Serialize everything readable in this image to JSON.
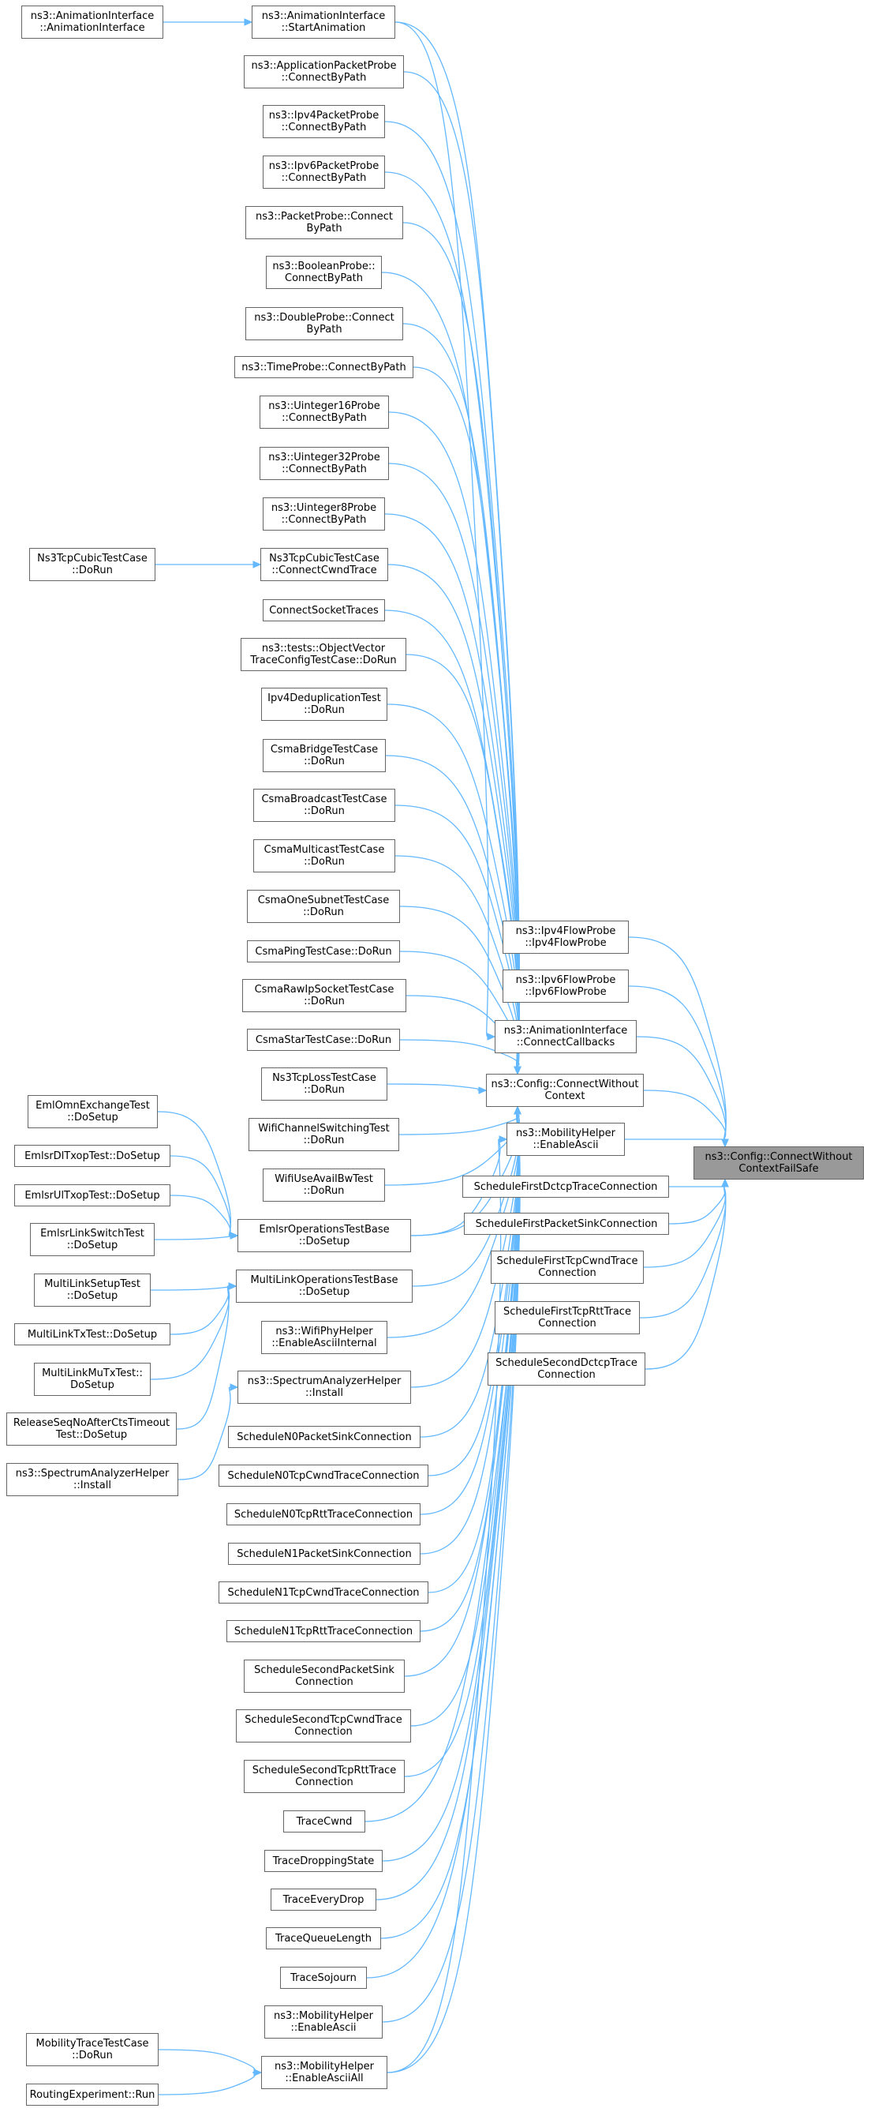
{
  "graph": {
    "target_id": "T",
    "colors": {
      "edge": "#63b8ff",
      "node_border": "#666666",
      "node_fill": "#ffffff",
      "target_fill": "#999999"
    },
    "nodes": [
      {
        "id": "T",
        "lines": [
          "ns3::Config::ConnectWithout",
          "ContextFailSafe"
        ]
      },
      {
        "id": "CW",
        "lines": [
          "ns3::Config::ConnectWithout",
          "Context"
        ]
      },
      {
        "id": "IPV4FP",
        "lines": [
          "ns3::Ipv4FlowProbe",
          "::Ipv4FlowProbe"
        ]
      },
      {
        "id": "IPV6FP",
        "lines": [
          "ns3::Ipv6FlowProbe",
          "::Ipv6FlowProbe"
        ]
      },
      {
        "id": "AI_CC",
        "lines": [
          "ns3::AnimationInterface",
          "::ConnectCallbacks"
        ]
      },
      {
        "id": "MH_EA",
        "lines": [
          "ns3::MobilityHelper",
          "::EnableAscii"
        ]
      },
      {
        "id": "SFDCTP",
        "lines": [
          "ScheduleFirstDctcpTraceConnection"
        ]
      },
      {
        "id": "SFPS",
        "lines": [
          "ScheduleFirstPacketSinkConnection"
        ]
      },
      {
        "id": "SFTCW",
        "lines": [
          "ScheduleFirstTcpCwndTrace",
          "Connection"
        ]
      },
      {
        "id": "SFTRTT",
        "lines": [
          "ScheduleFirstTcpRttTrace",
          "Connection"
        ]
      },
      {
        "id": "SSDCTP",
        "lines": [
          "ScheduleSecondDctcpTrace",
          "Connection"
        ]
      },
      {
        "id": "AI_SA",
        "lines": [
          "ns3::AnimationInterface",
          "::StartAnimation"
        ]
      },
      {
        "id": "AI_AI",
        "lines": [
          "ns3::AnimationInterface",
          "::AnimationInterface"
        ]
      },
      {
        "id": "APP",
        "lines": [
          "ns3::ApplicationPacketProbe",
          "::ConnectByPath"
        ]
      },
      {
        "id": "I4PP",
        "lines": [
          "ns3::Ipv4PacketProbe",
          "::ConnectByPath"
        ]
      },
      {
        "id": "I6PP",
        "lines": [
          "ns3::Ipv6PacketProbe",
          "::ConnectByPath"
        ]
      },
      {
        "id": "PP",
        "lines": [
          "ns3::PacketProbe::Connect",
          "ByPath"
        ]
      },
      {
        "id": "BP",
        "lines": [
          "ns3::BooleanProbe::",
          "ConnectByPath"
        ]
      },
      {
        "id": "DP",
        "lines": [
          "ns3::DoubleProbe::Connect",
          "ByPath"
        ]
      },
      {
        "id": "TP",
        "lines": [
          "ns3::TimeProbe::ConnectByPath"
        ]
      },
      {
        "id": "U16",
        "lines": [
          "ns3::Uinteger16Probe",
          "::ConnectByPath"
        ]
      },
      {
        "id": "U32",
        "lines": [
          "ns3::Uinteger32Probe",
          "::ConnectByPath"
        ]
      },
      {
        "id": "U8",
        "lines": [
          "ns3::Uinteger8Probe",
          "::ConnectByPath"
        ]
      },
      {
        "id": "NCC",
        "lines": [
          "Ns3TcpCubicTestCase",
          "::ConnectCwndTrace"
        ]
      },
      {
        "id": "NCD",
        "lines": [
          "Ns3TcpCubicTestCase",
          "::DoRun"
        ]
      },
      {
        "id": "CST",
        "lines": [
          "ConnectSocketTraces"
        ]
      },
      {
        "id": "OVT",
        "lines": [
          "ns3::tests::ObjectVector",
          "TraceConfigTestCase::DoRun"
        ]
      },
      {
        "id": "IDT",
        "lines": [
          "Ipv4DeduplicationTest",
          "::DoRun"
        ]
      },
      {
        "id": "CBT",
        "lines": [
          "CsmaBridgeTestCase",
          "::DoRun"
        ]
      },
      {
        "id": "CBCT",
        "lines": [
          "CsmaBroadcastTestCase",
          "::DoRun"
        ]
      },
      {
        "id": "CMT",
        "lines": [
          "CsmaMulticastTestCase",
          "::DoRun"
        ]
      },
      {
        "id": "COST",
        "lines": [
          "CsmaOneSubnetTestCase",
          "::DoRun"
        ]
      },
      {
        "id": "CPT",
        "lines": [
          "CsmaPingTestCase::DoRun"
        ]
      },
      {
        "id": "CRT",
        "lines": [
          "CsmaRawIpSocketTestCase",
          "::DoRun"
        ]
      },
      {
        "id": "CSTT",
        "lines": [
          "CsmaStarTestCase::DoRun"
        ]
      },
      {
        "id": "NTL",
        "lines": [
          "Ns3TcpLossTestCase",
          "::DoRun"
        ]
      },
      {
        "id": "WCS",
        "lines": [
          "WifiChannelSwitchingTest",
          "::DoRun"
        ]
      },
      {
        "id": "WUA",
        "lines": [
          "WifiUseAvailBwTest",
          "::DoRun"
        ]
      },
      {
        "id": "EOTB",
        "lines": [
          "EmlsrOperationsTestBase",
          "::DoSetup"
        ]
      },
      {
        "id": "MLOTB",
        "lines": [
          "MultiLinkOperationsTestBase",
          "::DoSetup"
        ]
      },
      {
        "id": "WPH",
        "lines": [
          "ns3::WifiPhyHelper",
          "::EnableAsciiInternal"
        ]
      },
      {
        "id": "SAH",
        "lines": [
          "ns3::SpectrumAnalyzerHelper",
          "::Install"
        ]
      },
      {
        "id": "EOX",
        "lines": [
          "EmlOmnExchangeTest",
          "::DoSetup"
        ]
      },
      {
        "id": "EDL",
        "lines": [
          "EmlsrDlTxopTest::DoSetup"
        ]
      },
      {
        "id": "EUL",
        "lines": [
          "EmlsrUlTxopTest::DoSetup"
        ]
      },
      {
        "id": "ELS",
        "lines": [
          "EmlsrLinkSwitchTest",
          "::DoSetup"
        ]
      },
      {
        "id": "MLS",
        "lines": [
          "MultiLinkSetupTest",
          "::DoSetup"
        ]
      },
      {
        "id": "MLT",
        "lines": [
          "MultiLinkTxTest::DoSetup"
        ]
      },
      {
        "id": "MLMU",
        "lines": [
          "MultiLinkMuTxTest::",
          "DoSetup"
        ]
      },
      {
        "id": "RSN",
        "lines": [
          "ReleaseSeqNoAfterCtsTimeout",
          "Test::DoSetup"
        ]
      },
      {
        "id": "SAH2",
        "lines": [
          "ns3::SpectrumAnalyzerHelper",
          "::Install"
        ]
      },
      {
        "id": "SN0PS",
        "lines": [
          "ScheduleN0PacketSinkConnection"
        ]
      },
      {
        "id": "SN0TC",
        "lines": [
          "ScheduleN0TcpCwndTraceConnection"
        ]
      },
      {
        "id": "SN0RT",
        "lines": [
          "ScheduleN0TcpRttTraceConnection"
        ]
      },
      {
        "id": "SN1PS",
        "lines": [
          "ScheduleN1PacketSinkConnection"
        ]
      },
      {
        "id": "SN1TC",
        "lines": [
          "ScheduleN1TcpCwndTraceConnection"
        ]
      },
      {
        "id": "SN1RT",
        "lines": [
          "ScheduleN1TcpRttTraceConnection"
        ]
      },
      {
        "id": "SSPS",
        "lines": [
          "ScheduleSecondPacketSink",
          "Connection"
        ]
      },
      {
        "id": "SSTC",
        "lines": [
          "ScheduleSecondTcpCwndTrace",
          "Connection"
        ]
      },
      {
        "id": "SSRT",
        "lines": [
          "ScheduleSecondTcpRttTrace",
          "Connection"
        ]
      },
      {
        "id": "TCW",
        "lines": [
          "TraceCwnd"
        ]
      },
      {
        "id": "TDS",
        "lines": [
          "TraceDroppingState"
        ]
      },
      {
        "id": "TED",
        "lines": [
          "TraceEveryDrop"
        ]
      },
      {
        "id": "TQL",
        "lines": [
          "TraceQueueLength"
        ]
      },
      {
        "id": "TSJ",
        "lines": [
          "TraceSojourn"
        ]
      },
      {
        "id": "MH_EA2",
        "lines": [
          "ns3::MobilityHelper",
          "::EnableAscii"
        ]
      },
      {
        "id": "MH_EAA",
        "lines": [
          "ns3::MobilityHelper",
          "::EnableAsciiAll"
        ]
      },
      {
        "id": "MTT",
        "lines": [
          "MobilityTraceTestCase",
          "::DoRun"
        ]
      },
      {
        "id": "RER",
        "lines": [
          "RoutingExperiment::Run"
        ]
      }
    ],
    "edges": [
      [
        "CW",
        "T"
      ],
      [
        "IPV4FP",
        "T"
      ],
      [
        "IPV6FP",
        "T"
      ],
      [
        "AI_CC",
        "T"
      ],
      [
        "MH_EA",
        "T"
      ],
      [
        "SFDCTP",
        "T"
      ],
      [
        "SFPS",
        "T"
      ],
      [
        "SFTCW",
        "T"
      ],
      [
        "SFTRTT",
        "T"
      ],
      [
        "SSDCTP",
        "T"
      ],
      [
        "AI_AI",
        "AI_SA"
      ],
      [
        "NCD",
        "NCC"
      ],
      [
        "EOX",
        "EOTB"
      ],
      [
        "EDL",
        "EOTB"
      ],
      [
        "EUL",
        "EOTB"
      ],
      [
        "ELS",
        "EOTB"
      ],
      [
        "MLS",
        "MLOTB"
      ],
      [
        "MLT",
        "MLOTB"
      ],
      [
        "MLMU",
        "MLOTB"
      ],
      [
        "RSN",
        "MLOTB"
      ],
      [
        "SAH2",
        "SAH"
      ],
      [
        "MTT",
        "MH_EAA"
      ],
      [
        "RER",
        "MH_EAA"
      ],
      [
        "AI_SA",
        "CW"
      ],
      [
        "APP",
        "CW"
      ],
      [
        "I4PP",
        "CW"
      ],
      [
        "I6PP",
        "CW"
      ],
      [
        "PP",
        "CW"
      ],
      [
        "BP",
        "CW"
      ],
      [
        "DP",
        "CW"
      ],
      [
        "TP",
        "CW"
      ],
      [
        "U16",
        "CW"
      ],
      [
        "U32",
        "CW"
      ],
      [
        "U8",
        "CW"
      ],
      [
        "NCC",
        "CW"
      ],
      [
        "CST",
        "CW"
      ],
      [
        "OVT",
        "CW"
      ],
      [
        "IDT",
        "CW"
      ],
      [
        "CBT",
        "CW"
      ],
      [
        "CBCT",
        "CW"
      ],
      [
        "CMT",
        "CW"
      ],
      [
        "COST",
        "CW"
      ],
      [
        "CPT",
        "CW"
      ],
      [
        "CRT",
        "CW"
      ],
      [
        "CSTT",
        "CW"
      ],
      [
        "NTL",
        "CW"
      ],
      [
        "WCS",
        "CW"
      ],
      [
        "WUA",
        "CW"
      ],
      [
        "EOTB",
        "CW"
      ],
      [
        "MLOTB",
        "CW"
      ],
      [
        "WPH",
        "CW"
      ],
      [
        "SAH",
        "CW"
      ],
      [
        "SN0PS",
        "CW"
      ],
      [
        "SN0TC",
        "CW"
      ],
      [
        "SN0RT",
        "CW"
      ],
      [
        "SN1PS",
        "CW"
      ],
      [
        "SN1TC",
        "CW"
      ],
      [
        "SN1RT",
        "CW"
      ],
      [
        "SSPS",
        "CW"
      ],
      [
        "SSTC",
        "CW"
      ],
      [
        "SSRT",
        "CW"
      ],
      [
        "TCW",
        "CW"
      ],
      [
        "TDS",
        "CW"
      ],
      [
        "TED",
        "CW"
      ],
      [
        "TQL",
        "CW"
      ],
      [
        "TSJ",
        "CW"
      ],
      [
        "MH_EA2",
        "CW"
      ],
      [
        "MH_EAA",
        "CW"
      ],
      [
        "AI_SA",
        "AI_CC"
      ],
      [
        "EOTB",
        "MH_EA"
      ],
      [
        "MH_EAA",
        "MH_EA"
      ]
    ]
  }
}
